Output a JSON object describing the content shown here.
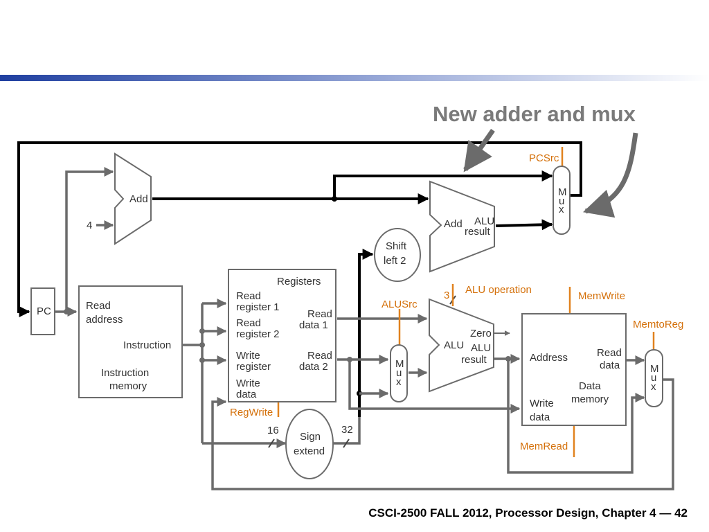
{
  "title": "New adder and mux",
  "footer": "CSCI-2500 FALL 2012, Processor Design, Chapter 4 — 42",
  "colors": {
    "banner": "#1f3fa0",
    "control": "#e0821e",
    "wire": "#6b6b6b",
    "highlight": "#000000"
  },
  "blocks": {
    "pc": "PC",
    "imem": {
      "read": "Read",
      "address": "address",
      "instruction": "Instruction",
      "title1": "Instruction",
      "title2": "memory"
    },
    "add4": {
      "label": "Add",
      "constant": "4"
    },
    "regs": {
      "title": "Registers",
      "rr1a": "Read",
      "rr1b": "register 1",
      "rr2a": "Read",
      "rr2b": "register 2",
      "wra": "Write",
      "wrb": "register",
      "wda": "Write",
      "wdb": "data",
      "rd1a": "Read",
      "rd1b": "data 1",
      "rd2a": "Read",
      "rd2b": "data 2"
    },
    "sign": {
      "a": "Sign",
      "b": "extend",
      "in_bits": "16",
      "out_bits": "32"
    },
    "shift": {
      "a": "Shift",
      "b": "left 2"
    },
    "branch_adder": {
      "add": "Add",
      "alu": "ALU",
      "result": "result"
    },
    "alu": {
      "label": "ALU",
      "zero": "Zero",
      "alu": "ALU",
      "result": "result",
      "op_bits": "3"
    },
    "dmem": {
      "address": "Address",
      "write": "Write",
      "data": "data",
      "read": "Read",
      "rdata": "data",
      "title1": "Data",
      "title2": "memory"
    },
    "mux_letters": [
      "M",
      "u",
      "x"
    ]
  },
  "controls": {
    "pcsrc": "PCSrc",
    "alu_operation": "ALU operation",
    "alusrc": "ALUSrc",
    "memwrite": "MemWrite",
    "memtoreg": "MemtoReg",
    "regwrite": "RegWrite",
    "memread": "MemRead"
  }
}
